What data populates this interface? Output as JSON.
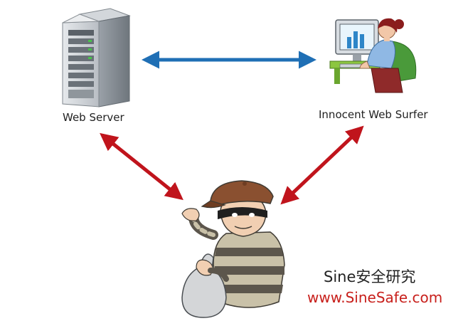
{
  "nodes": {
    "server_label": "Web Server",
    "surfer_label": "Innocent Web Surfer"
  },
  "watermark": {
    "title": "Sine安全研究",
    "url": "www.SineSafe.com"
  },
  "colors": {
    "link_blue": "#1f6fb5",
    "attack_red": "#c0141c",
    "watermark_red": "#c8201c"
  },
  "icons": [
    "server-tower-icon",
    "user-at-computer-icon",
    "thief-icon",
    "money-bag-icon"
  ]
}
